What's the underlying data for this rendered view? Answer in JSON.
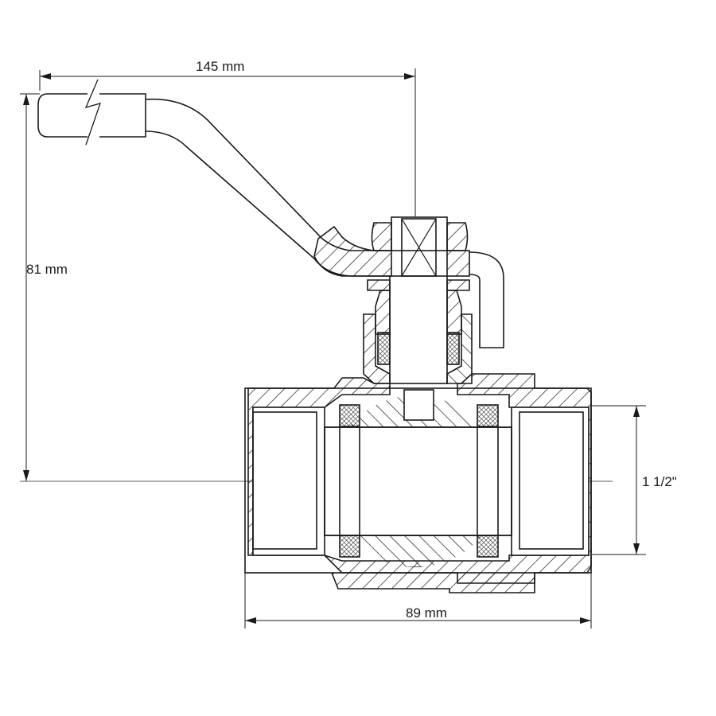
{
  "title": "Ball valve cross-section drawing",
  "dimensions": {
    "handle_length": "145 mm",
    "height": "81 mm",
    "body_length": "89 mm",
    "thread_size": "1 1/2\""
  },
  "colors": {
    "line": "#1a1a1a",
    "center_line": "#555555",
    "background": "#ffffff"
  }
}
